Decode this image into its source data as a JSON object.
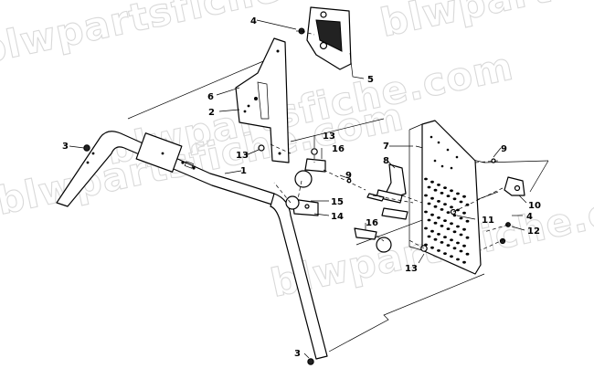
{
  "watermark": {
    "text": "blwpartsfiche.com"
  },
  "callouts": [
    {
      "id": "c4a",
      "label": "4"
    },
    {
      "id": "c5",
      "label": "5"
    },
    {
      "id": "c6",
      "label": "6"
    },
    {
      "id": "c2",
      "label": "2"
    },
    {
      "id": "c3a",
      "label": "3"
    },
    {
      "id": "c13a",
      "label": "13"
    },
    {
      "id": "c1",
      "label": "1"
    },
    {
      "id": "c13b",
      "label": "13"
    },
    {
      "id": "c16a",
      "label": "16"
    },
    {
      "id": "c9a",
      "label": "9"
    },
    {
      "id": "c15",
      "label": "15"
    },
    {
      "id": "c14",
      "label": "14"
    },
    {
      "id": "c16b",
      "label": "16"
    },
    {
      "id": "c7",
      "label": "7"
    },
    {
      "id": "c8",
      "label": "8"
    },
    {
      "id": "c9b",
      "label": "9"
    },
    {
      "id": "c10",
      "label": "10"
    },
    {
      "id": "c11",
      "label": "11"
    },
    {
      "id": "c4b",
      "label": "4"
    },
    {
      "id": "c12",
      "label": "12"
    },
    {
      "id": "c13c",
      "label": "13"
    },
    {
      "id": "c3b",
      "label": "3"
    }
  ]
}
